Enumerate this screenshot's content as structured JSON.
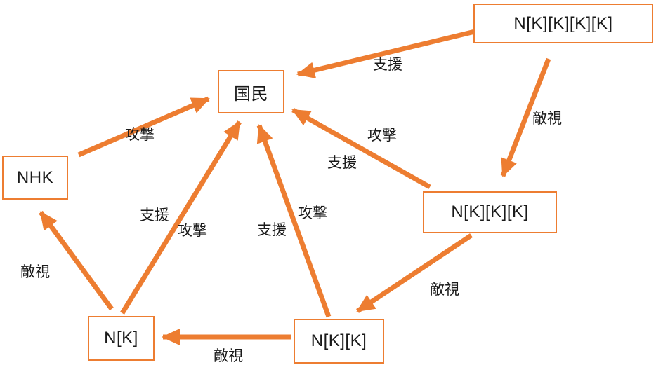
{
  "diagram": {
    "colors": {
      "accent": "#ED7D31",
      "text": "#1a1a1a",
      "background": "#ffffff"
    },
    "nodes": [
      {
        "id": "kokumin",
        "label": "国民"
      },
      {
        "id": "nhk",
        "label": "NHK"
      },
      {
        "id": "nkkkk",
        "label": "N[K][K][K][K]"
      },
      {
        "id": "nkkk",
        "label": "N[K][K][K]"
      },
      {
        "id": "nk",
        "label": "N[K]"
      },
      {
        "id": "nkk",
        "label": "N[K][K]"
      }
    ],
    "edges": [
      {
        "from": "N[K][K][K][K]",
        "to": "国民",
        "labels": [
          "支援"
        ]
      },
      {
        "from": "NHK",
        "to": "国民",
        "labels": [
          "攻撃"
        ]
      },
      {
        "from": "N[K][K][K][K]",
        "to": "N[K][K][K]",
        "labels": [
          "敵視"
        ]
      },
      {
        "from": "N[K][K][K]",
        "to": "国民",
        "labels": [
          "攻撃",
          "支援"
        ]
      },
      {
        "from": "N[K]",
        "to": "国民",
        "labels": [
          "支援",
          "攻撃"
        ]
      },
      {
        "from": "N[K][K]",
        "to": "国民",
        "labels": [
          "攻撃",
          "支援"
        ]
      },
      {
        "from": "N[K][K][K]",
        "to": "N[K][K]",
        "labels": [
          "敵視"
        ]
      },
      {
        "from": "N[K][K]",
        "to": "N[K]",
        "labels": [
          "敵視"
        ]
      },
      {
        "from": "N[K]",
        "to": "NHK",
        "labels": [
          "敵視"
        ]
      }
    ]
  }
}
